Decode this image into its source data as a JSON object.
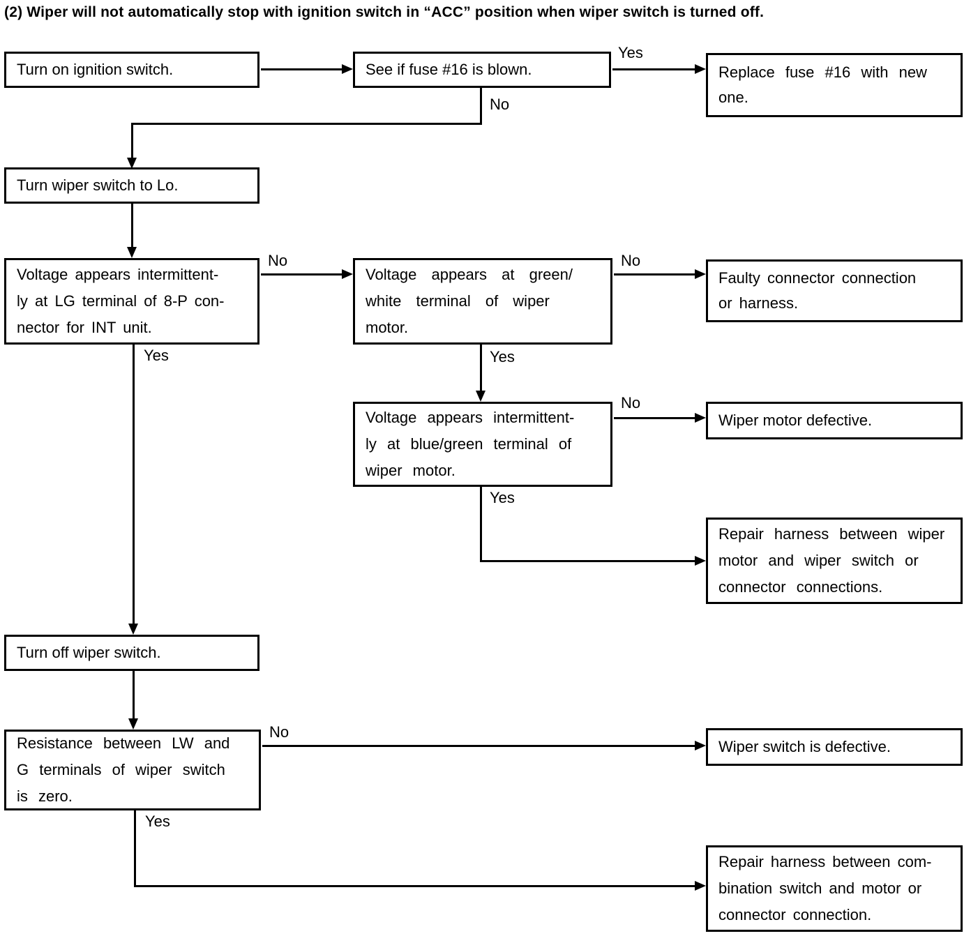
{
  "title": "(2)  Wiper will not automatically stop with ignition switch in “ACC” position when wiper switch is turned off.",
  "labels": {
    "yes": "Yes",
    "no": "No"
  },
  "nodes": {
    "turn_on_ignition": {
      "text": "Turn on ignition switch."
    },
    "check_fuse": {
      "text": "See if fuse #16 is blown."
    },
    "replace_fuse": {
      "text": "Replace fuse #16 with new\none."
    },
    "turn_wiper_lo": {
      "text": "Turn wiper switch to Lo."
    },
    "voltage_lg": {
      "text": "Voltage appears intermittent-\nly at LG terminal of 8-P con-\nnector for INT unit."
    },
    "voltage_green_white": {
      "text": "Voltage appears at green/\nwhite terminal of wiper\nmotor."
    },
    "faulty_connector": {
      "text": "Faulty connector connection\nor harness."
    },
    "voltage_blue_green": {
      "text": "Voltage appears intermittent-\nly at blue/green terminal of\nwiper motor."
    },
    "wiper_motor_defective": {
      "text": "Wiper motor defective."
    },
    "repair_harness_wiper": {
      "text": "Repair harness between wiper\nmotor and wiper switch or\nconnector connections."
    },
    "turn_off_wiper": {
      "text": "Turn off wiper switch."
    },
    "resistance_check": {
      "text": "Resistance between LW and\nG terminals of wiper switch\nis zero."
    },
    "wiper_switch_defective": {
      "text": "Wiper switch is defective."
    },
    "repair_harness_combination": {
      "text": "Repair harness between com-\nbination switch and motor or\nconnector connection."
    }
  },
  "edges": [
    {
      "from": "turn_on_ignition",
      "to": "check_fuse",
      "label": ""
    },
    {
      "from": "check_fuse",
      "to": "replace_fuse",
      "label": "Yes"
    },
    {
      "from": "check_fuse",
      "to": "turn_wiper_lo",
      "label": "No"
    },
    {
      "from": "turn_wiper_lo",
      "to": "voltage_lg",
      "label": ""
    },
    {
      "from": "voltage_lg",
      "to": "voltage_green_white",
      "label": "No"
    },
    {
      "from": "voltage_lg",
      "to": "turn_off_wiper",
      "label": "Yes"
    },
    {
      "from": "voltage_green_white",
      "to": "faulty_connector",
      "label": "No"
    },
    {
      "from": "voltage_green_white",
      "to": "voltage_blue_green",
      "label": "Yes"
    },
    {
      "from": "voltage_blue_green",
      "to": "wiper_motor_defective",
      "label": "No"
    },
    {
      "from": "voltage_blue_green",
      "to": "repair_harness_wiper",
      "label": "Yes"
    },
    {
      "from": "turn_off_wiper",
      "to": "resistance_check",
      "label": ""
    },
    {
      "from": "resistance_check",
      "to": "wiper_switch_defective",
      "label": "No"
    },
    {
      "from": "resistance_check",
      "to": "repair_harness_combination",
      "label": "Yes"
    }
  ],
  "colors": {
    "ink": "#000000",
    "paper": "#ffffff"
  }
}
